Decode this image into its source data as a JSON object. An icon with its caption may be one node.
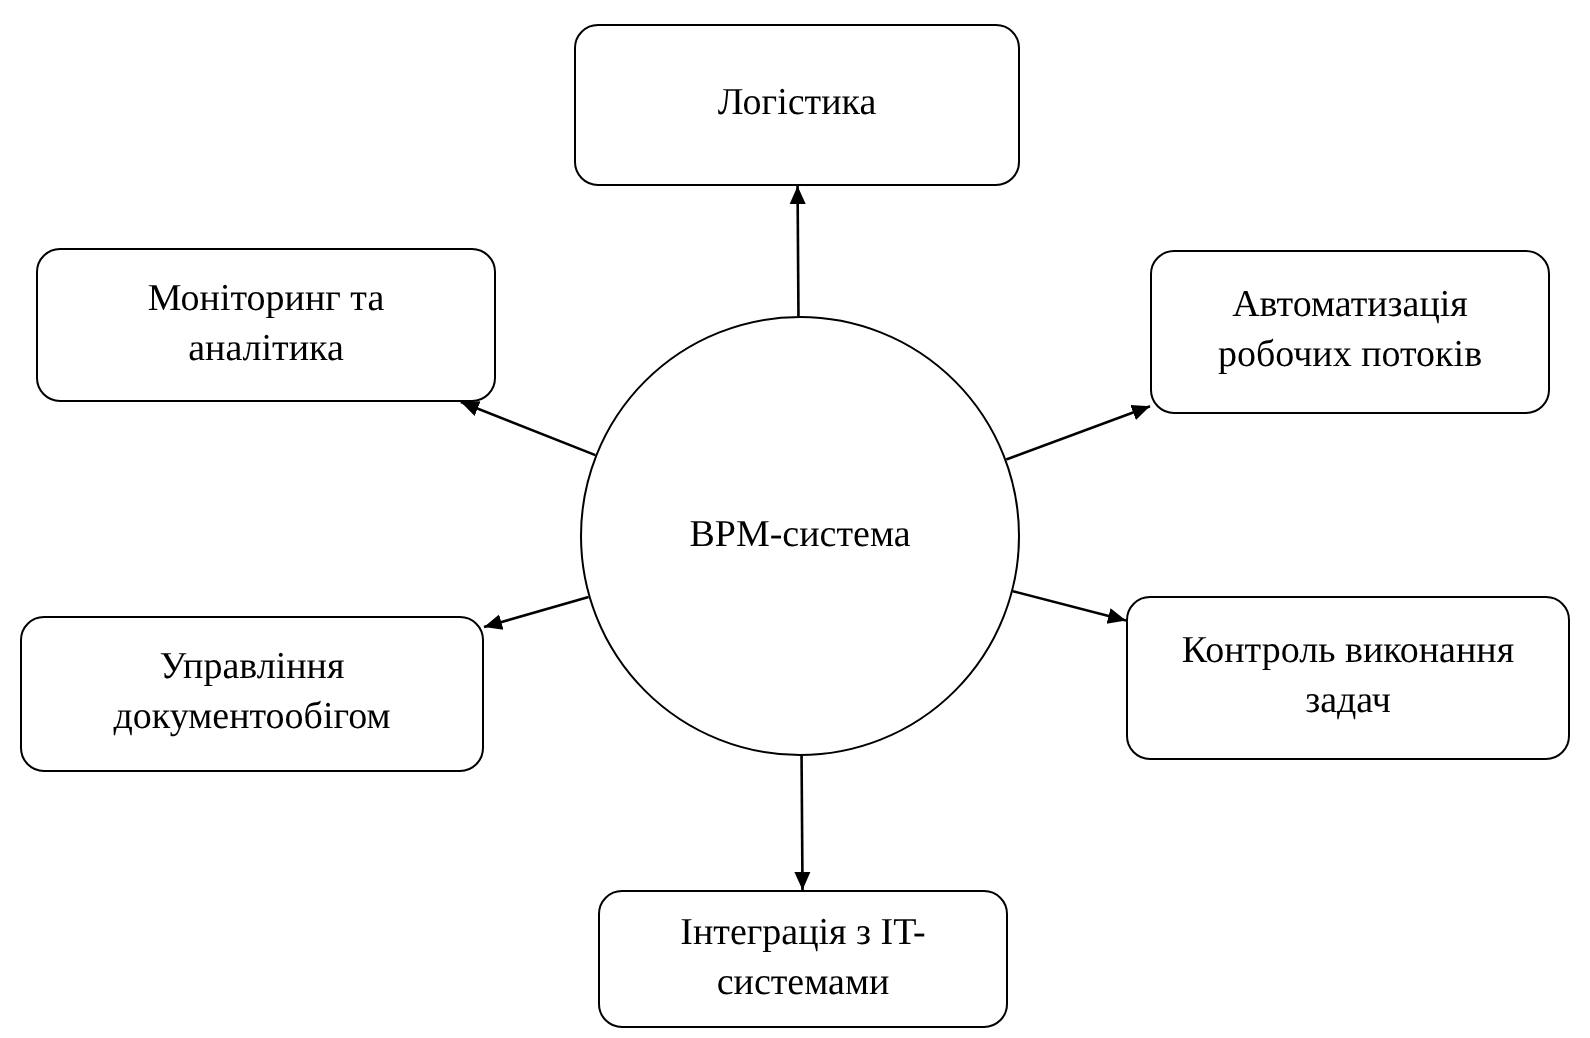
{
  "diagram": {
    "nodes": [
      {
        "text": [
          "Логістика"
        ]
      },
      {
        "text": [
          "Моніторинг та аналітика"
        ]
      },
      {
        "text": [
          "Автоматизація робочих потоків"
        ]
      },
      {
        "text": [
          "BPM-система"
        ]
      },
      {
        "text": [
          "Управління документообігом"
        ]
      },
      {
        "text": [
          "Контроль виконання задач"
        ]
      },
      {
        "text": [
          "Інтеграція з IT-системами"
        ]
      }
    ],
    "edges": [
      {
        "from": 3,
        "to": 0,
        "arrow": "to"
      },
      {
        "from": 3,
        "to": 1,
        "arrow": "to"
      },
      {
        "from": 3,
        "to": 2,
        "arrow": "to"
      },
      {
        "from": 3,
        "to": 4,
        "arrow": "to"
      },
      {
        "from": 3,
        "to": 5,
        "arrow": "to"
      },
      {
        "from": 3,
        "to": 6,
        "arrow": "to"
      }
    ]
  }
}
